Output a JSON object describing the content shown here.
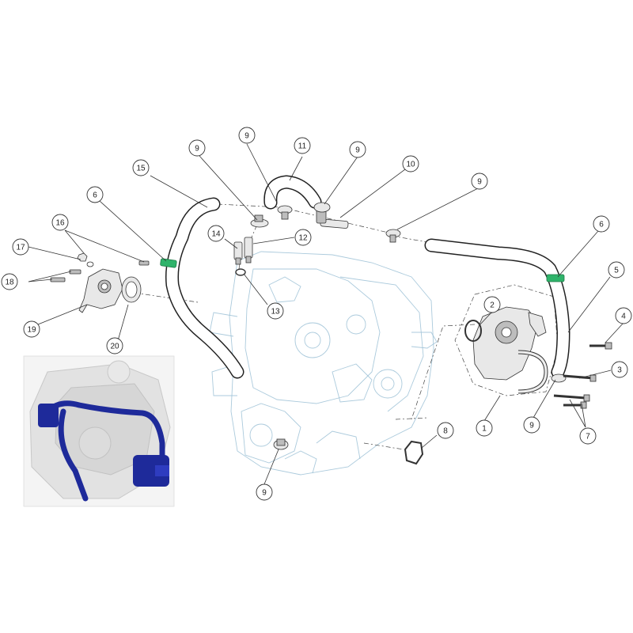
{
  "callouts": [
    {
      "id": "c1",
      "label": "1"
    },
    {
      "id": "c2",
      "label": "2"
    },
    {
      "id": "c3",
      "label": "3"
    },
    {
      "id": "c4",
      "label": "4"
    },
    {
      "id": "c5",
      "label": "5"
    },
    {
      "id": "c6a",
      "label": "6"
    },
    {
      "id": "c6b",
      "label": "6"
    },
    {
      "id": "c7",
      "label": "7"
    },
    {
      "id": "c8",
      "label": "8"
    },
    {
      "id": "c9a",
      "label": "9"
    },
    {
      "id": "c9b",
      "label": "9"
    },
    {
      "id": "c9c",
      "label": "9"
    },
    {
      "id": "c9d",
      "label": "9"
    },
    {
      "id": "c9e",
      "label": "9"
    },
    {
      "id": "c9f",
      "label": "9"
    },
    {
      "id": "c10",
      "label": "10"
    },
    {
      "id": "c11",
      "label": "11"
    },
    {
      "id": "c12",
      "label": "12"
    },
    {
      "id": "c13",
      "label": "13"
    },
    {
      "id": "c14",
      "label": "14"
    },
    {
      "id": "c15",
      "label": "15"
    },
    {
      "id": "c16",
      "label": "16"
    },
    {
      "id": "c17",
      "label": "17"
    },
    {
      "id": "c18",
      "label": "18"
    },
    {
      "id": "c19",
      "label": "19"
    },
    {
      "id": "c20",
      "label": "20"
    }
  ],
  "colors": {
    "engine_line": "#9cc1d6",
    "highlight_hose": "#1e2a9a",
    "clip_green": "#2fb36a",
    "line": "#333333"
  }
}
